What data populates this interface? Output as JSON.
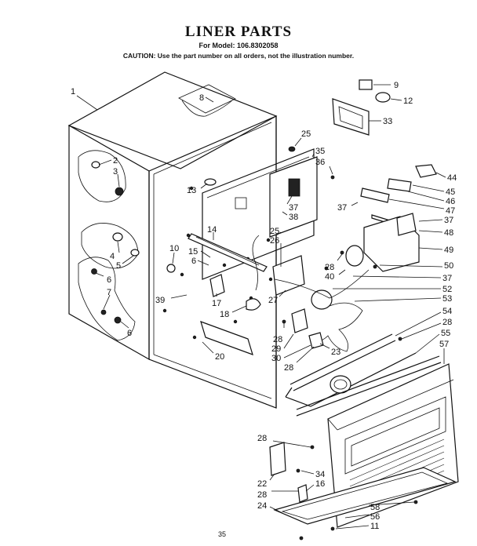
{
  "header": {
    "title": "LINER PARTS",
    "model": "For Model: 106.8302058",
    "caution": "CAUTION: Use the part number on all orders, not the illustration number."
  },
  "footer": {
    "page": "35"
  },
  "callouts": [
    "1",
    "8",
    "2",
    "3",
    "13",
    "10",
    "14",
    "15",
    "6",
    "4",
    "5",
    "6",
    "7",
    "6",
    "39",
    "17",
    "18",
    "20",
    "9",
    "12",
    "33",
    "25",
    "35",
    "36",
    "37",
    "38",
    "25",
    "26",
    "27",
    "28",
    "40",
    "44",
    "45",
    "46",
    "47",
    "37",
    "37",
    "48",
    "49",
    "50",
    "37",
    "52",
    "53",
    "54",
    "28",
    "55",
    "57",
    "28",
    "29",
    "30",
    "28",
    "23",
    "28",
    "22",
    "34",
    "16",
    "28",
    "24",
    "58",
    "56",
    "11"
  ]
}
